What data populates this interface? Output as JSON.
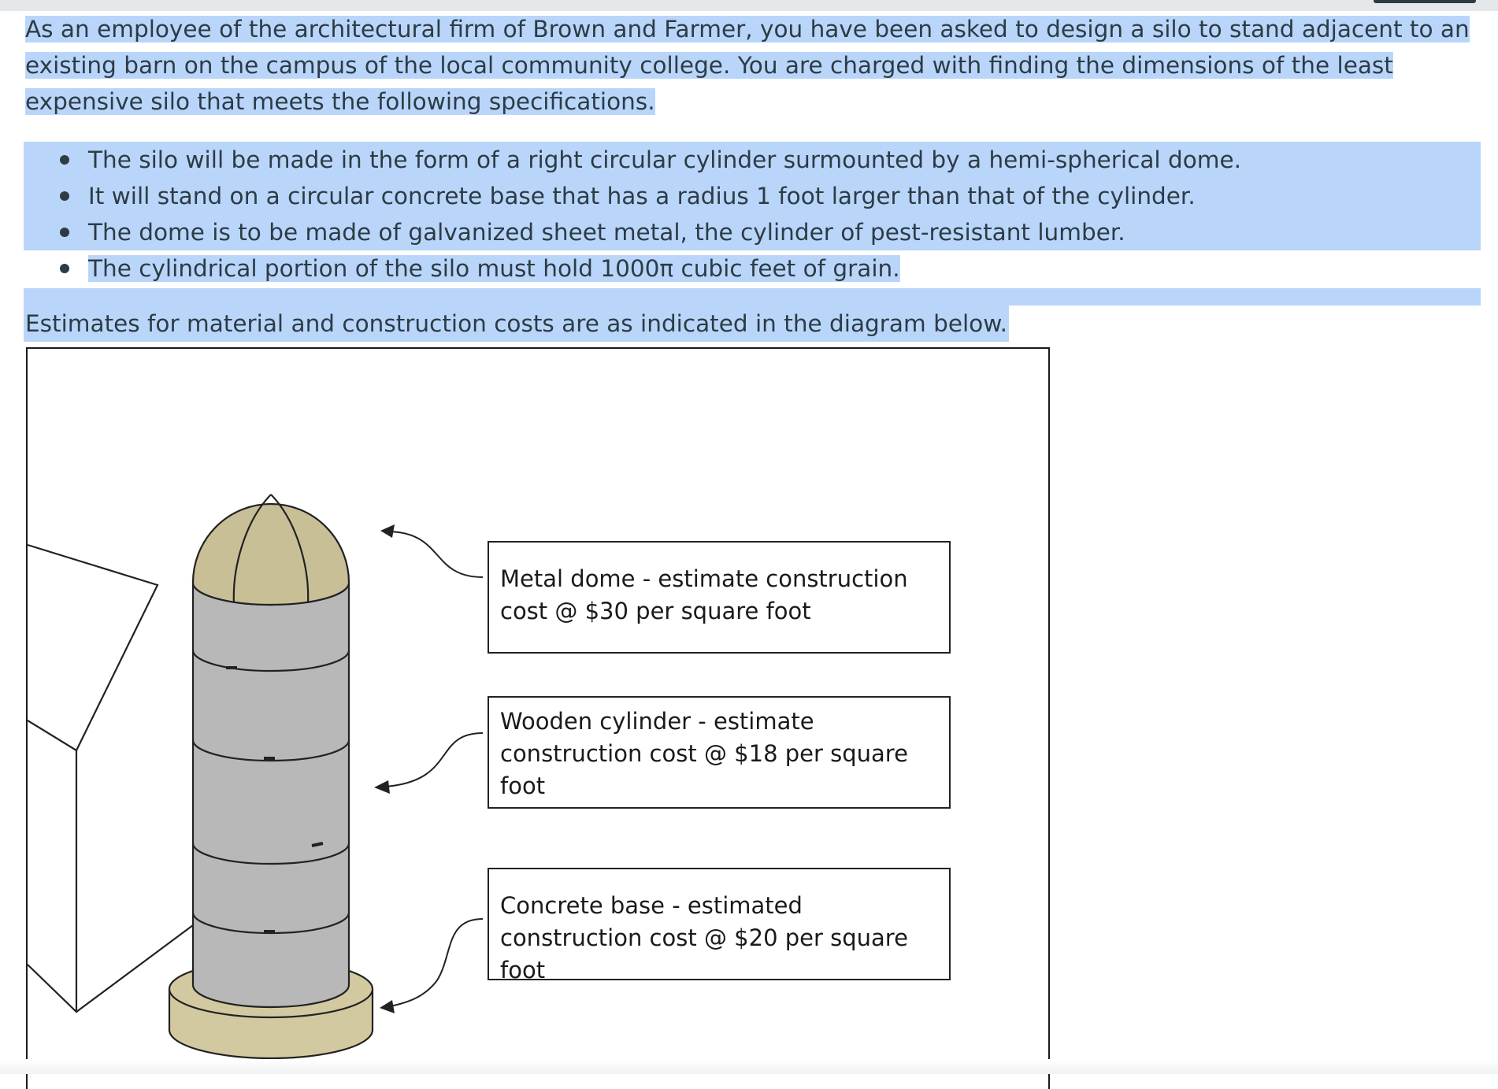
{
  "intro": "As an employee of the architectural firm of Brown and Farmer, you have been asked to design a silo to stand adjacent to an existing barn on the campus of the local community college. You are charged with finding the dimensions of the least expensive silo that meets the following specifications.",
  "bullets": [
    "The silo will be made in the form of a right circular cylinder surmounted by a hemi-spherical dome.",
    "It will stand on a circular concrete base that has a radius 1 foot larger than that of the cylinder.",
    "The dome is to be made of galvanized sheet metal, the cylinder of pest-resistant lumber.",
    "The cylindrical portion of the silo must hold 1000π cubic feet of grain."
  ],
  "closing": "Estimates for material and construction costs are as indicated in the diagram below.",
  "diagram": {
    "dome_label": "Metal dome - estimate  construction cost @ $30 per square foot",
    "cylinder_label": "Wooden cylinder - estimate construction cost @ $18 per square foot",
    "base_label": "Concrete base - estimated construction cost @ $20 per square foot"
  },
  "colors": {
    "highlight": "#b9d6fa",
    "dome_fill": "#c9bf97",
    "cylinder_fill": "#b8b8b8",
    "base_fill": "#d3c9a1"
  }
}
